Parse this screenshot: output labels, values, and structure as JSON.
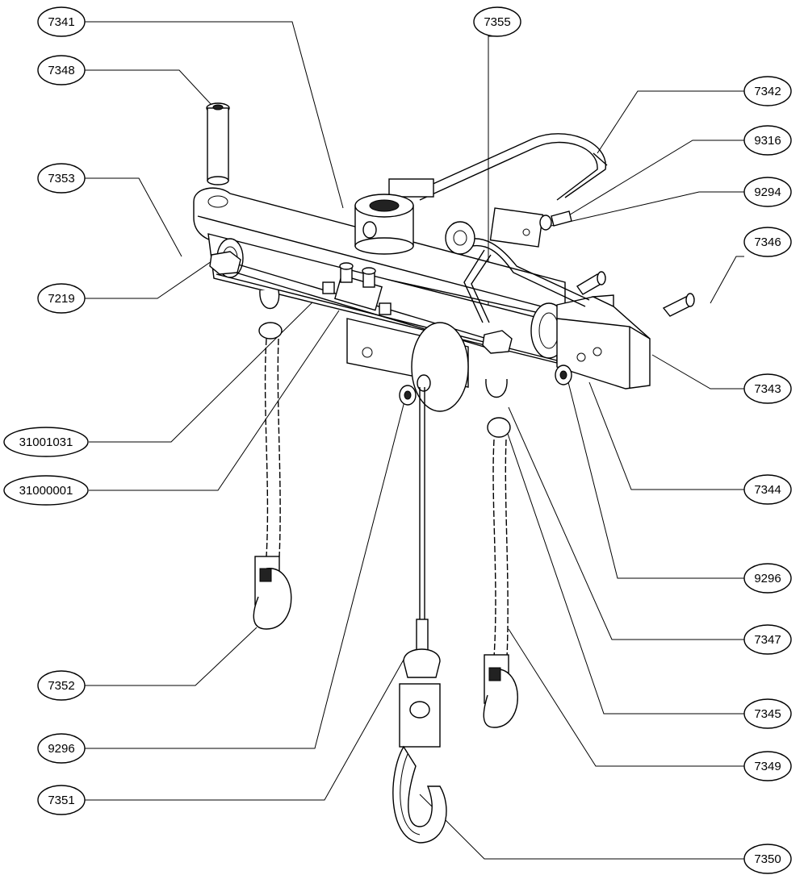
{
  "callouts": [
    {
      "id": "c7341",
      "label": "7341"
    },
    {
      "id": "c7348",
      "label": "7348"
    },
    {
      "id": "c7353",
      "label": "7353"
    },
    {
      "id": "c7219",
      "label": "7219"
    },
    {
      "id": "c31001031",
      "label": "31001031"
    },
    {
      "id": "c31000001",
      "label": "31000001"
    },
    {
      "id": "c7352",
      "label": "7352"
    },
    {
      "id": "c9296a",
      "label": "9296"
    },
    {
      "id": "c7351",
      "label": "7351"
    },
    {
      "id": "c7355",
      "label": "7355"
    },
    {
      "id": "c7342",
      "label": "7342"
    },
    {
      "id": "c9316",
      "label": "9316"
    },
    {
      "id": "c9294",
      "label": "9294"
    },
    {
      "id": "c7346",
      "label": "7346"
    },
    {
      "id": "c7343",
      "label": "7343"
    },
    {
      "id": "c7344",
      "label": "7344"
    },
    {
      "id": "c9296b",
      "label": "9296"
    },
    {
      "id": "c7347",
      "label": "7347"
    },
    {
      "id": "c7345",
      "label": "7345"
    },
    {
      "id": "c7349",
      "label": "7349"
    },
    {
      "id": "c7350",
      "label": "7350"
    }
  ]
}
